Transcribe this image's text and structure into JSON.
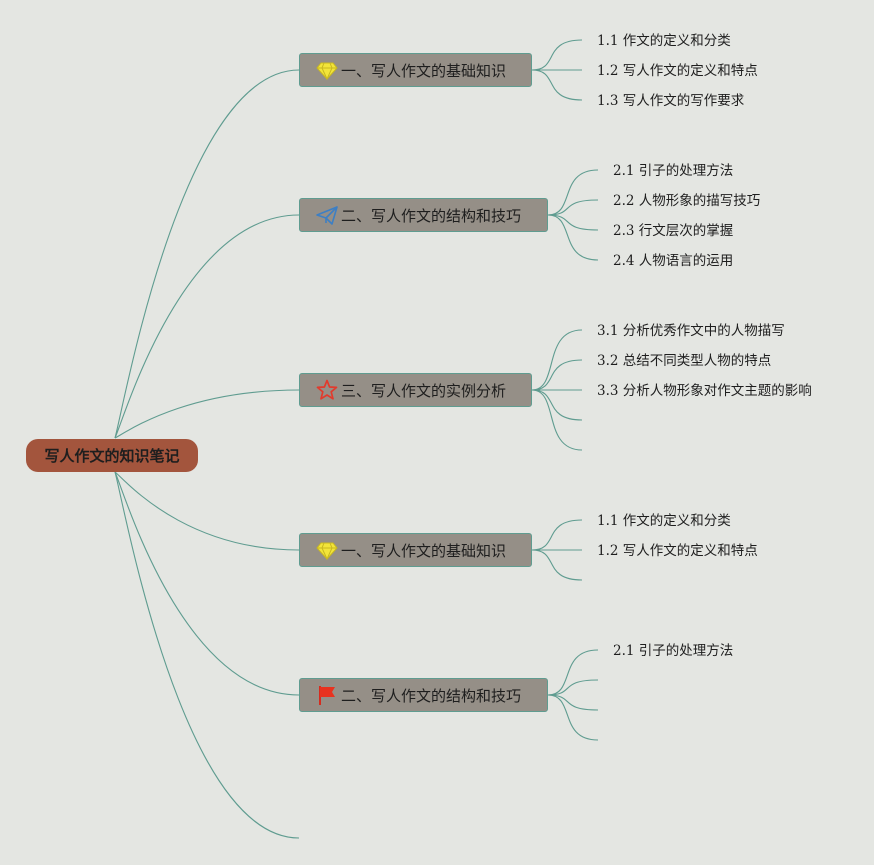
{
  "root": {
    "label": "写人作文的知识笔记"
  },
  "branches": [
    {
      "label": "一、写人作文的基础知识",
      "icon": "diamond-icon",
      "children": [
        "1.1 作文的定义和分类",
        "1.2 写人作文的定义和特点",
        "1.3 写人作文的写作要求"
      ]
    },
    {
      "label": "二、写人作文的结构和技巧",
      "icon": "paper-plane-icon",
      "children": [
        "2.1 引子的处理方法",
        "2.2 人物形象的描写技巧",
        "2.3 行文层次的掌握",
        "2.4 人物语言的运用"
      ]
    },
    {
      "label": "三、写人作文的实例分析",
      "icon": "star-icon",
      "children": [
        "3.1 分析优秀作文中的人物描写",
        "3.2 总结不同类型人物的特点",
        "3.3 分析人物形象对作文主题的影响",
        "",
        ""
      ]
    },
    {
      "label": "一、写人作文的基础知识",
      "icon": "diamond-icon",
      "children": [
        "1.1 作文的定义和分类",
        "1.2 写人作文的定义和特点",
        ""
      ]
    },
    {
      "label": "二、写人作文的结构和技巧",
      "icon": "flag-icon",
      "children": [
        "2.1 引子的处理方法",
        "",
        "",
        ""
      ]
    }
  ],
  "colors": {
    "background": "#e4e6e2",
    "root_fill": "#a3553d",
    "branch_fill": "#958f87",
    "connector": "#5f9c90"
  }
}
